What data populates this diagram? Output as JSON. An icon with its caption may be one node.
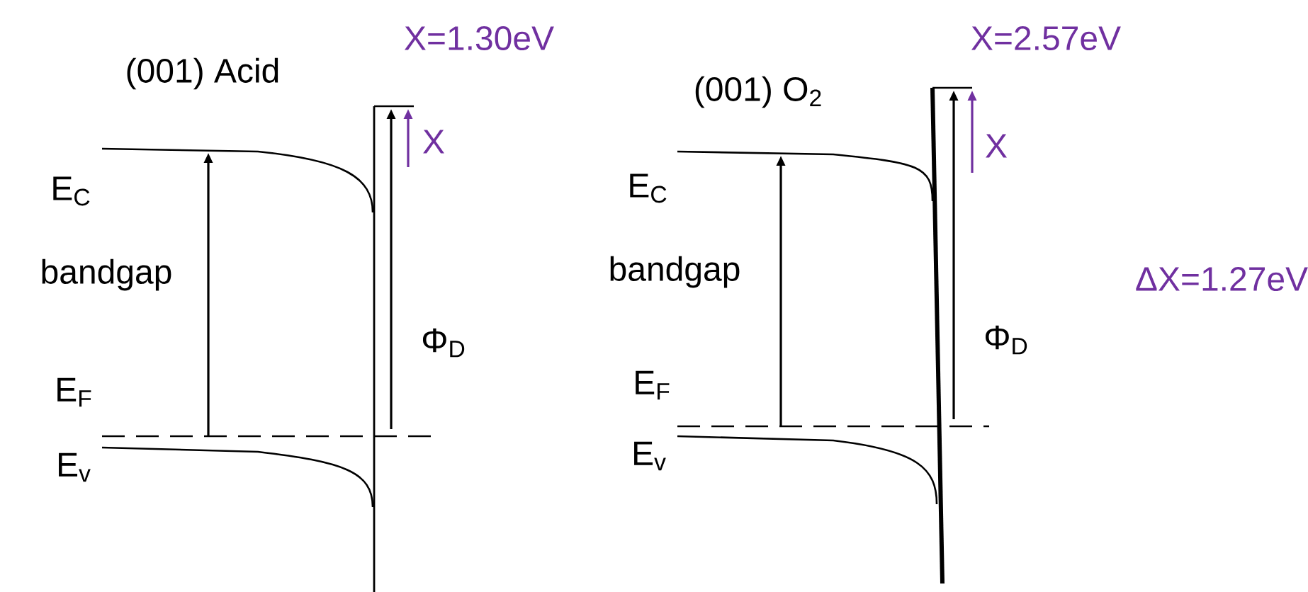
{
  "diagram": {
    "labels": [
      "(001) Acid",
      "X=1.30eV",
      "X",
      "E$_{C}$",
      "bandgap",
      "Φ$_{D}$",
      "E$_{F}$",
      "E$_{v}$",
      "(001) O$_{2}$",
      "X=2.57eV",
      "X",
      "E$_{C}$",
      "bandgap",
      "ΔX=1.27eV",
      "Φ$_{D}$",
      "E$_{F}$",
      "E$_{v}$"
    ]
  }
}
